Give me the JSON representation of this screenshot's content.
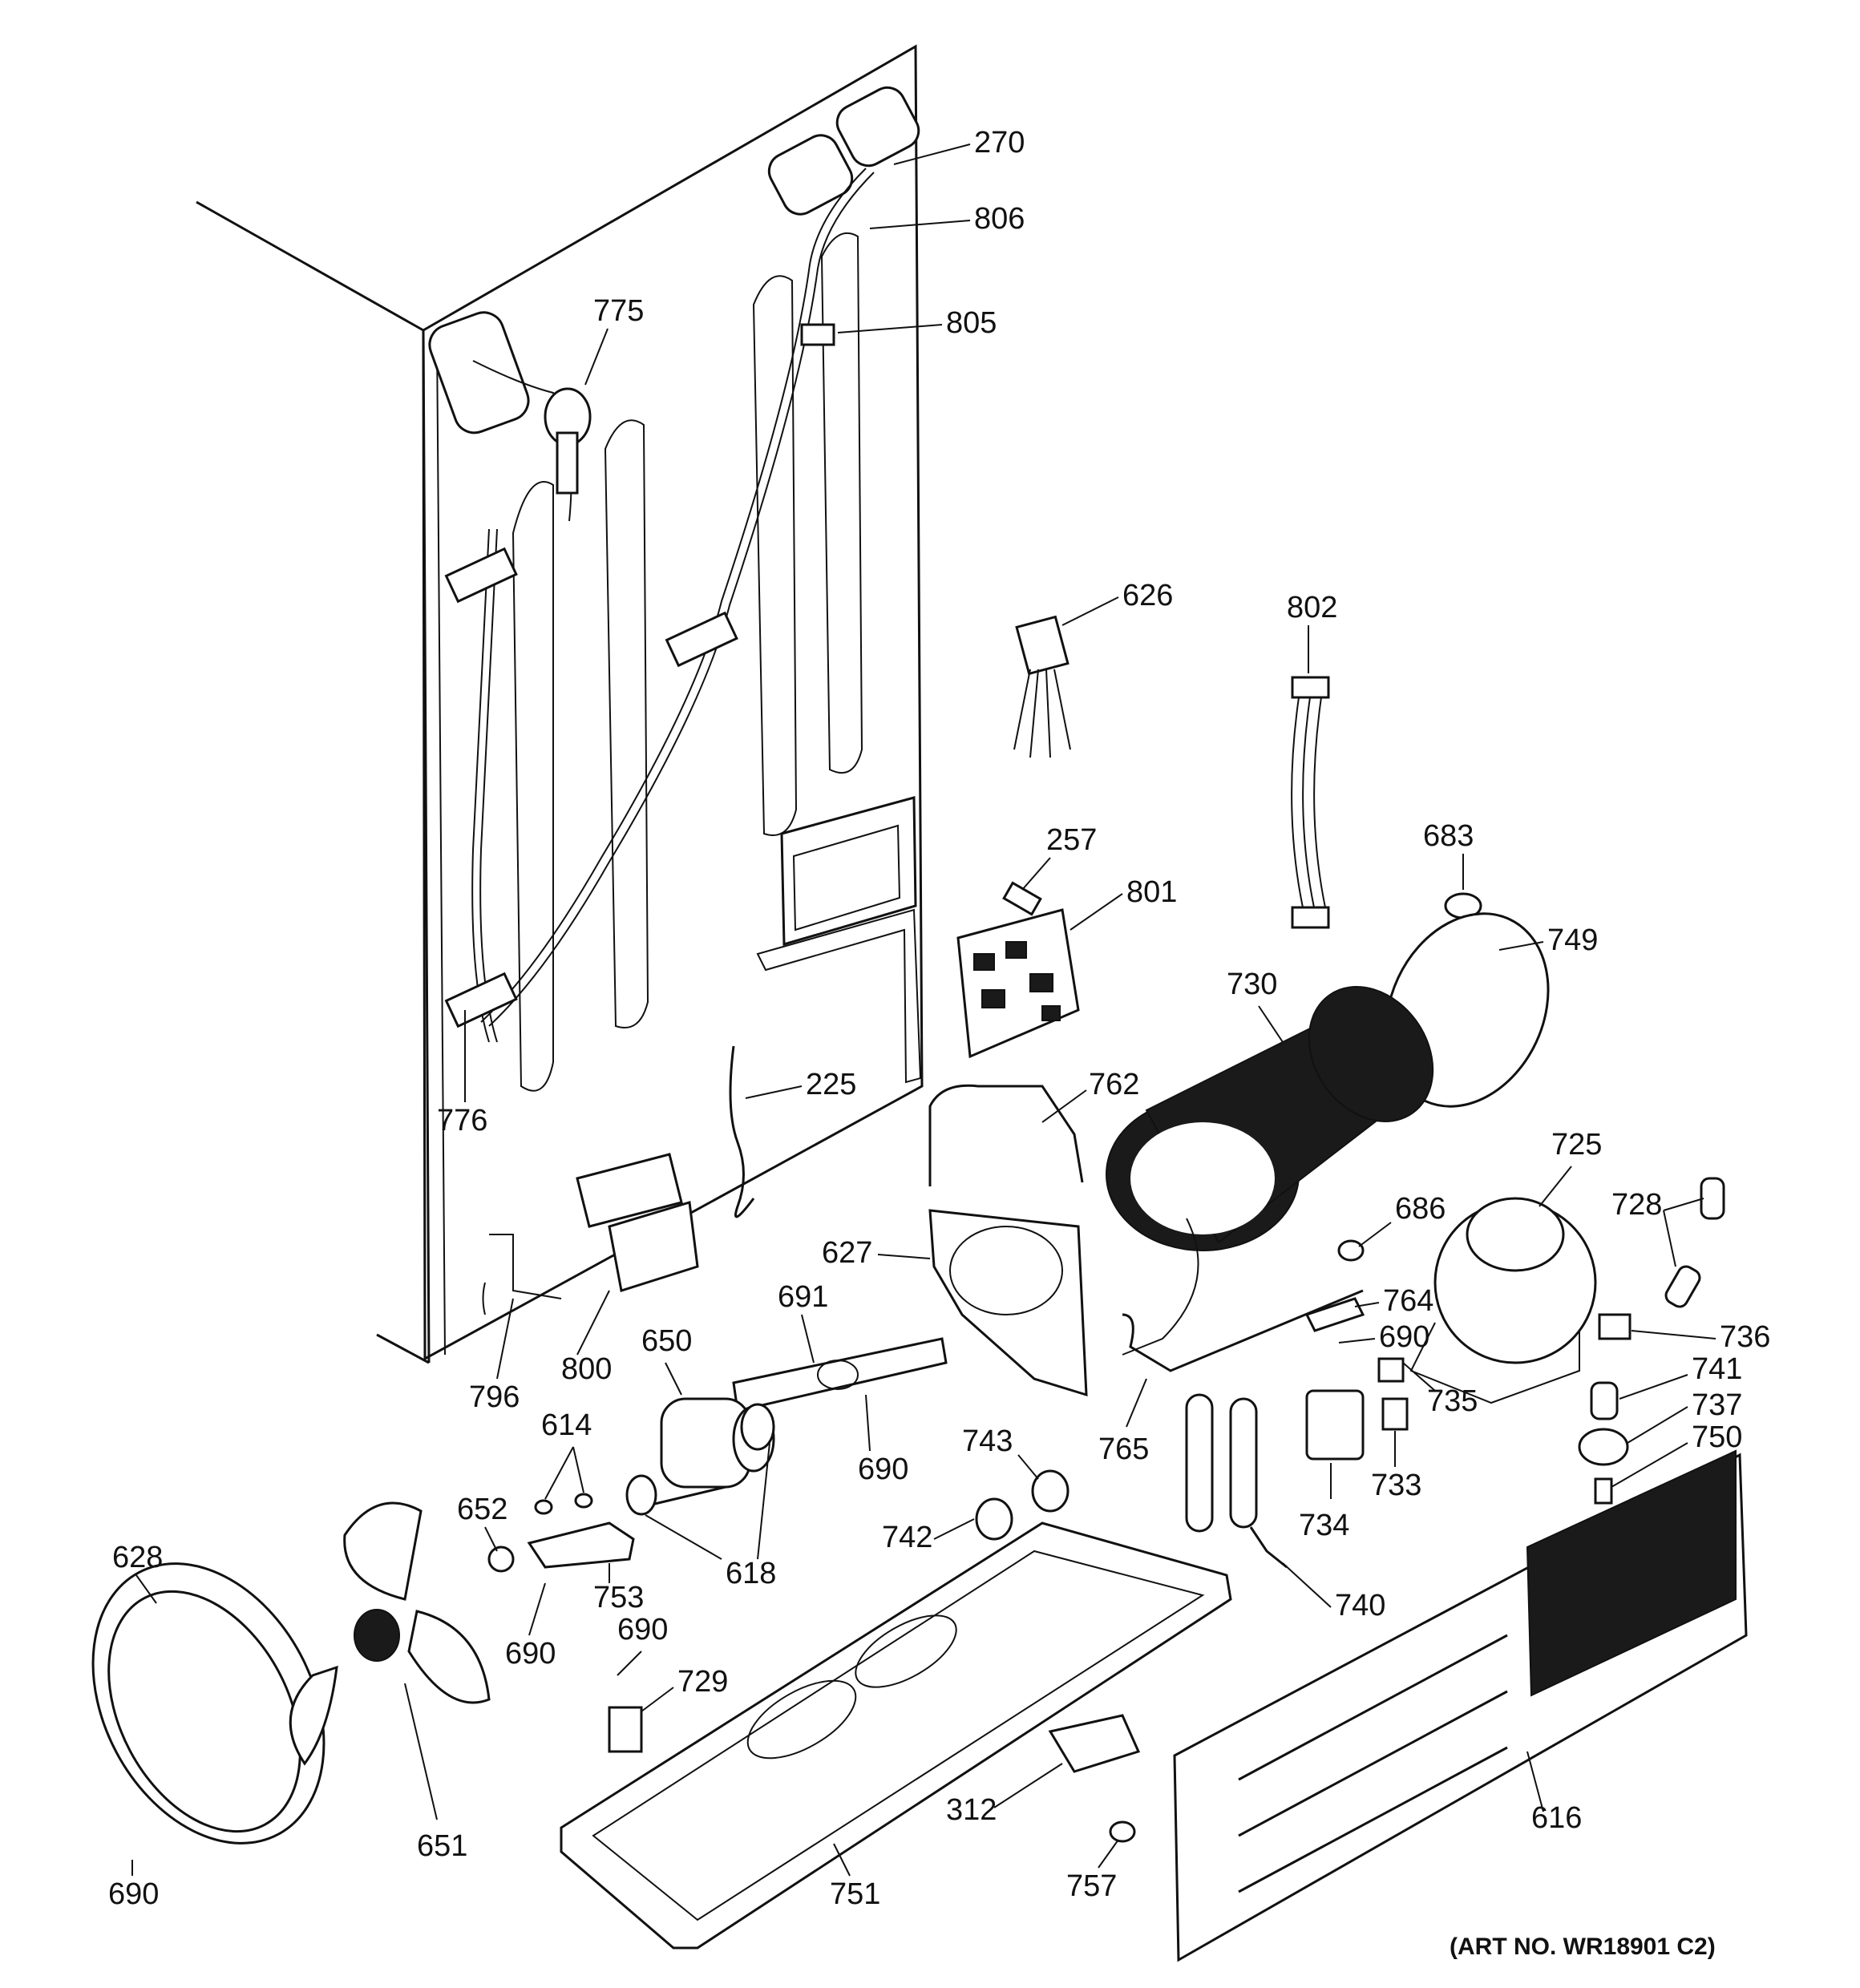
{
  "art_number": "(ART NO. WR18901 C2)",
  "callouts": [
    {
      "id": "270",
      "label": "270"
    },
    {
      "id": "806",
      "label": "806"
    },
    {
      "id": "805",
      "label": "805"
    },
    {
      "id": "775",
      "label": "775"
    },
    {
      "id": "626",
      "label": "626"
    },
    {
      "id": "802",
      "label": "802"
    },
    {
      "id": "257",
      "label": "257"
    },
    {
      "id": "801",
      "label": "801"
    },
    {
      "id": "683",
      "label": "683"
    },
    {
      "id": "749",
      "label": "749"
    },
    {
      "id": "730",
      "label": "730"
    },
    {
      "id": "762",
      "label": "762"
    },
    {
      "id": "225",
      "label": "225"
    },
    {
      "id": "776",
      "label": "776"
    },
    {
      "id": "725",
      "label": "725"
    },
    {
      "id": "728",
      "label": "728"
    },
    {
      "id": "686",
      "label": "686"
    },
    {
      "id": "627",
      "label": "627"
    },
    {
      "id": "764",
      "label": "764"
    },
    {
      "id": "690a",
      "label": "690"
    },
    {
      "id": "736",
      "label": "736"
    },
    {
      "id": "741",
      "label": "741"
    },
    {
      "id": "691",
      "label": "691"
    },
    {
      "id": "650",
      "label": "650"
    },
    {
      "id": "796",
      "label": "796"
    },
    {
      "id": "800",
      "label": "800"
    },
    {
      "id": "735",
      "label": "735"
    },
    {
      "id": "737",
      "label": "737"
    },
    {
      "id": "750",
      "label": "750"
    },
    {
      "id": "765",
      "label": "765"
    },
    {
      "id": "733",
      "label": "733"
    },
    {
      "id": "614",
      "label": "614"
    },
    {
      "id": "690b",
      "label": "690"
    },
    {
      "id": "743",
      "label": "743"
    },
    {
      "id": "652",
      "label": "652"
    },
    {
      "id": "734",
      "label": "734"
    },
    {
      "id": "628",
      "label": "628"
    },
    {
      "id": "742",
      "label": "742"
    },
    {
      "id": "618",
      "label": "618"
    },
    {
      "id": "753",
      "label": "753"
    },
    {
      "id": "740",
      "label": "740"
    },
    {
      "id": "690c",
      "label": "690"
    },
    {
      "id": "690d",
      "label": "690"
    },
    {
      "id": "729",
      "label": "729"
    },
    {
      "id": "651",
      "label": "651"
    },
    {
      "id": "312",
      "label": "312"
    },
    {
      "id": "616",
      "label": "616"
    },
    {
      "id": "757",
      "label": "757"
    },
    {
      "id": "751",
      "label": "751"
    },
    {
      "id": "690e",
      "label": "690"
    }
  ]
}
